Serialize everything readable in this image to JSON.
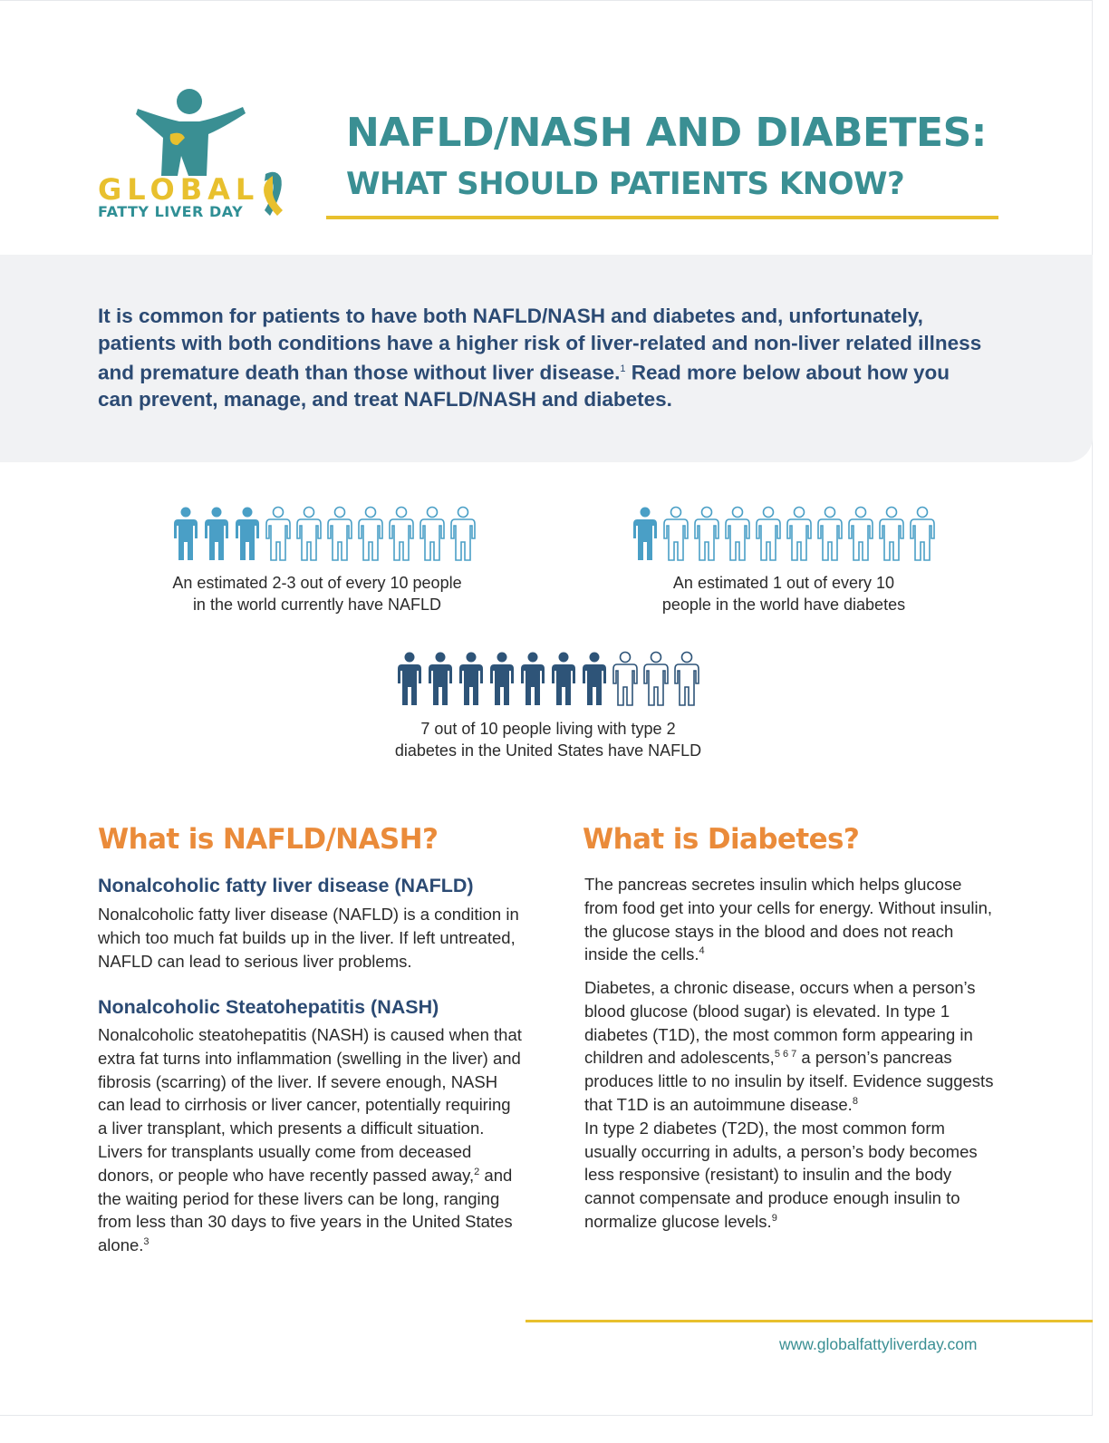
{
  "logo": {
    "word": "GLOBAL",
    "subtitle": "FATTY LIVER DAY"
  },
  "title": {
    "line1": "NAFLD/NASH AND DIABETES:",
    "line2": "WHAT SHOULD PATIENTS KNOW?"
  },
  "intro": {
    "text_before": "It is common for patients to have both NAFLD/NASH and diabetes and, unfortunately, patients with both conditions have a higher risk of liver-related and non-liver related illness and premature death than those without liver disease.",
    "ref": "1",
    "text_after": " Read more below about how you can prevent, manage, and treat NAFLD/NASH and diabetes."
  },
  "colors": {
    "teal": "#3a8f93",
    "gold": "#e8c02e",
    "orange": "#ea8b3a",
    "navy": "#2b4a73",
    "light_blue": "#4a9fc6",
    "dark_blue": "#2e5478"
  },
  "stats": [
    {
      "filled": 3,
      "total": 10,
      "color": "#4a9fc6",
      "line1": "An estimated 2-3 out of every 10 people",
      "line2": "in the world currently have NAFLD"
    },
    {
      "filled": 1,
      "total": 10,
      "color": "#4a9fc6",
      "line1": "An estimated 1 out of every 10",
      "line2": "people in the world have diabetes"
    },
    {
      "filled": 7,
      "total": 10,
      "color": "#2e5478",
      "line1": "7 out of 10 people living with type 2",
      "line2": "diabetes in the United States have NAFLD"
    }
  ],
  "nafld": {
    "heading": "What is NAFLD/NASH?",
    "sub1": "Nonalcoholic fatty liver disease (NAFLD)",
    "p1": "Nonalcoholic fatty liver disease (NAFLD) is a condition in which too much fat builds up in the liver. If left untreated, NAFLD can lead to serious liver problems.",
    "sub2": "Nonalcoholic Steatohepatitis (NASH)",
    "p2a": "Nonalcoholic steatohepatitis (NASH) is caused when that extra fat turns into inflammation (swelling in the liver) and fibrosis (scarring) of the liver. If severe enough, NASH can lead to cirrhosis or liver cancer, potentially requiring a liver transplant, which presents a difficult situation. Livers for transplants usually come from deceased donors, or people who have recently passed away,",
    "ref2": "2",
    "p2b": " and the waiting period for these livers can be long, ranging from less than 30 days to five years in the United States alone.",
    "ref3": "3"
  },
  "diabetes": {
    "heading": "What is Diabetes?",
    "p1": "The pancreas secretes insulin which helps glucose from food get into your cells for energy. Without insulin, the glucose stays in the blood and does not reach inside the cells.",
    "ref4": "4",
    "p2a": "Diabetes, a chronic disease, occurs when a person’s blood glucose (blood sugar) is elevated. In type 1 diabetes (T1D), the most common form appearing in children and adolescents,",
    "ref567": "5 6 7",
    "p2b": " a person’s pancreas produces little to no insulin by itself. Evidence suggests that T1D is an autoimmune disease.",
    "ref8": "8",
    "p3": "In type 2 diabetes (T2D), the most common form usually occurring in adults, a person’s body becomes less responsive (resistant) to insulin and the body cannot compensate and produce enough insulin to normalize glucose levels.",
    "ref9": "9"
  },
  "footer": {
    "url": "www.globalfattyliverday.com"
  }
}
